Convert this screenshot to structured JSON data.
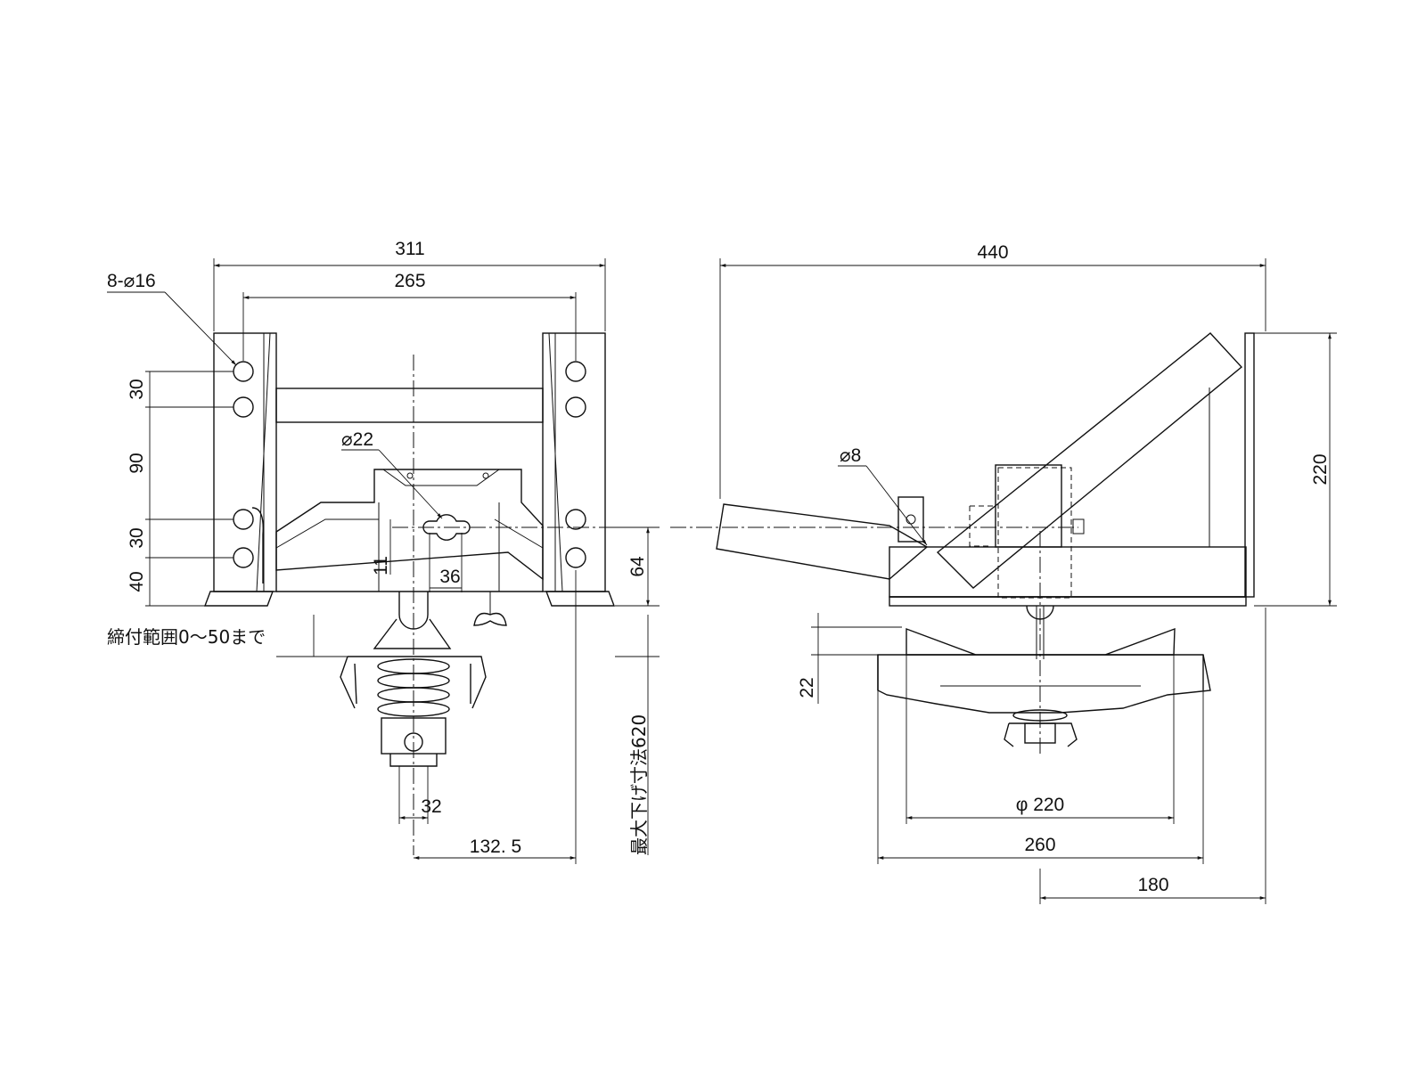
{
  "front_view": {
    "dim_overall_width": "311",
    "dim_hole_pitch": "265",
    "label_holes": "8-⌀16",
    "label_center_hole": "⌀22",
    "dim_v_30_top": "30",
    "dim_v_90": "90",
    "dim_v_30_bottom": "30",
    "dim_v_40": "40",
    "dim_slot": "11",
    "dim_36": "36",
    "dim_64": "64",
    "label_clamp_range": "締付範囲0～50まで",
    "label_max_hanging": "最大下げ寸法620",
    "dim_32": "32",
    "dim_132_5": "132. 5"
  },
  "side_view": {
    "dim_overall_length": "440",
    "dim_height": "220",
    "label_small_hole": "⌀8",
    "dim_22": "22",
    "dim_plate_diameter": "φ 220",
    "dim_260": "260",
    "dim_180": "180"
  }
}
